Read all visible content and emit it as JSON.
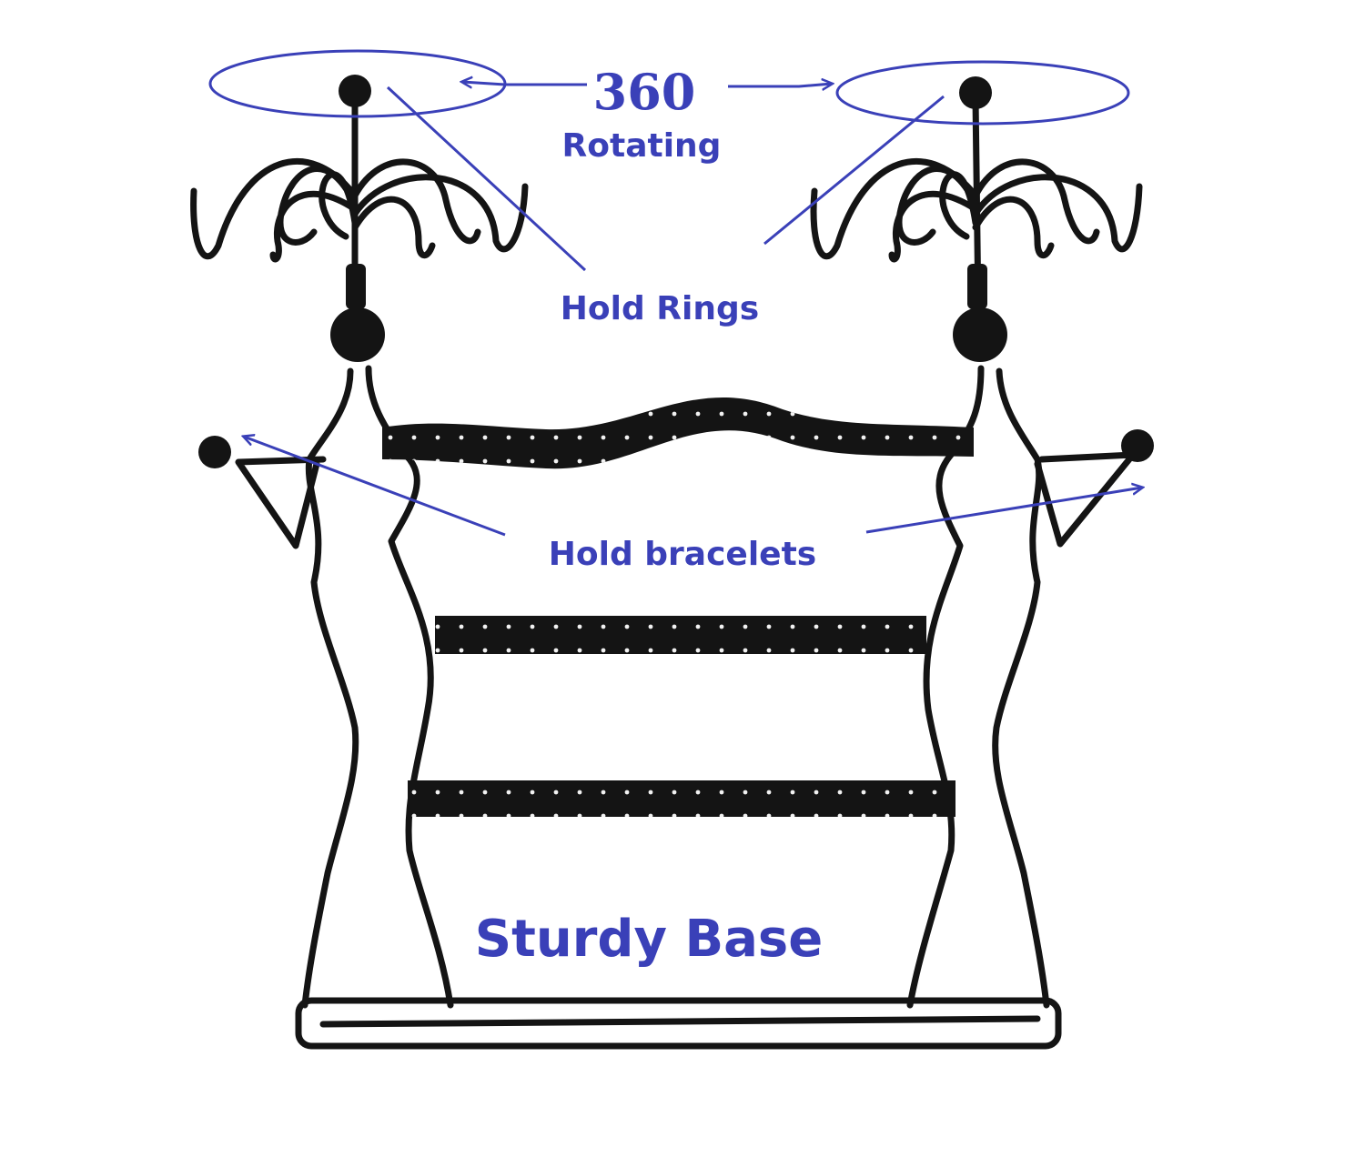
{
  "labels": {
    "degrees": "360",
    "rotating": "Rotating",
    "hold_rings": "Hold Rings",
    "hold_bracelets": "Hold bracelets",
    "sturdy_base": "Sturdy Base"
  },
  "colors": {
    "annotation": "#3a40b8",
    "metal": "#141414",
    "background": "#ffffff"
  }
}
